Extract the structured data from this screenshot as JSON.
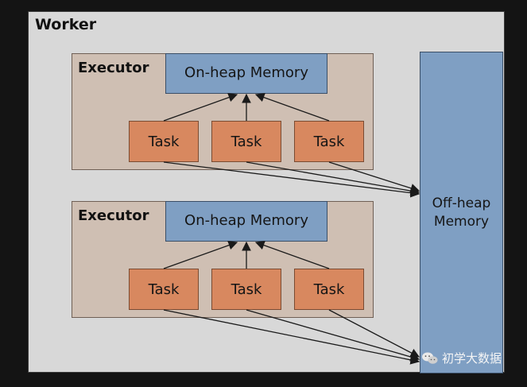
{
  "worker": {
    "title": "Worker"
  },
  "executors": [
    {
      "title": "Executor",
      "memory_label": "On-heap Memory",
      "tasks": [
        "Task",
        "Task",
        "Task"
      ]
    },
    {
      "title": "Executor",
      "memory_label": "On-heap Memory",
      "tasks": [
        "Task",
        "Task",
        "Task"
      ]
    }
  ],
  "offheap": {
    "line1": "Off-heap",
    "line2": "Memory"
  },
  "watermark": {
    "text": "初学大数据",
    "icon": "wechat-icon"
  },
  "colors": {
    "worker_bg": "#d8d8d8",
    "executor_bg": "#cfbfb3",
    "memory_bg": "#7f9fc3",
    "task_bg": "#d8885f"
  }
}
